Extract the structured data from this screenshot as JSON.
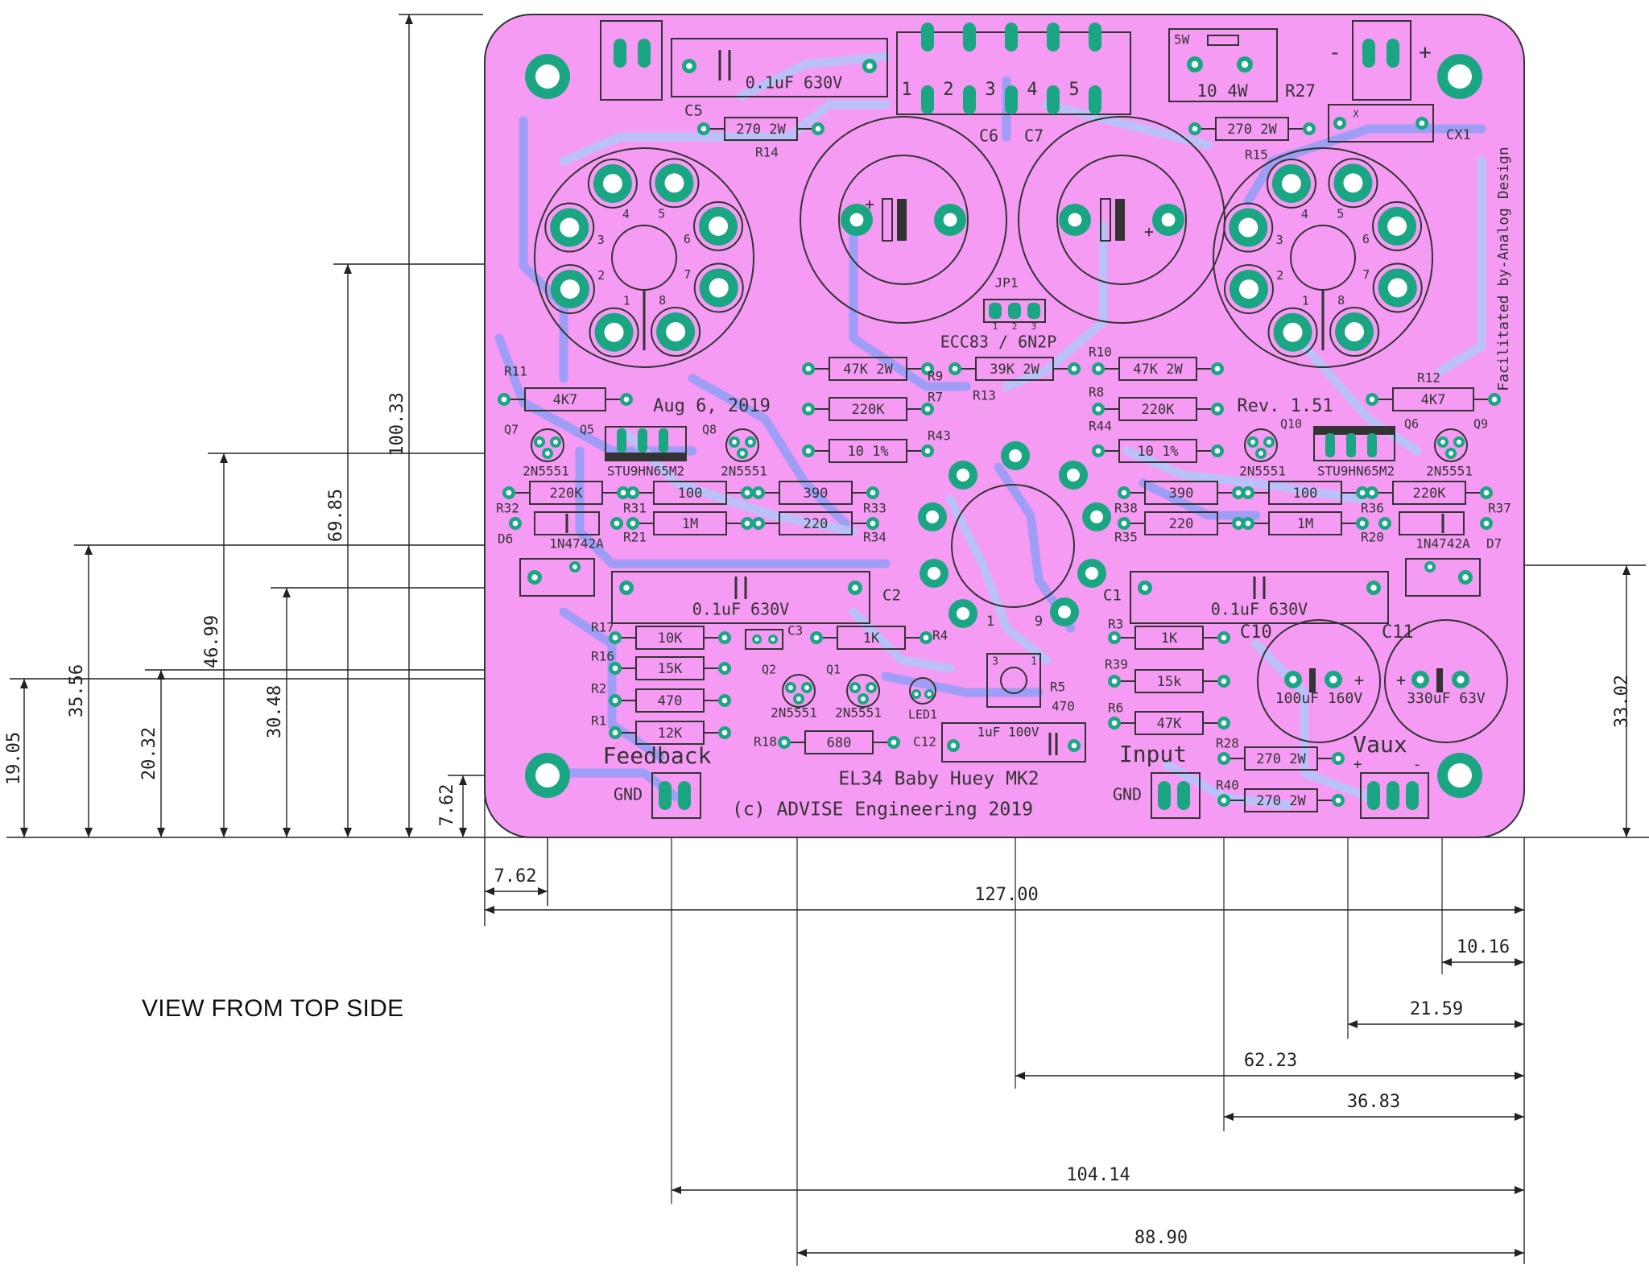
{
  "view_label": "VIEW FROM TOP SIDE",
  "colors": {
    "board": "#f59bf3",
    "board_edge": "#333333",
    "pad": "#1aa683",
    "trace_top": "#8f9df4",
    "trace_bottom": "#b0c8f8",
    "silk": "#333333",
    "dimension": "#222222"
  },
  "board_text": {
    "title": "EL34 Baby Huey MK2",
    "copyright": "(c) ADVISE Engineering 2019",
    "date": "Aug 6, 2019",
    "revision": "Rev. 1.51",
    "facilitated": "Facilitated by-Analog Design",
    "feedback": "Feedback",
    "input": "Input",
    "vaux": "Vaux",
    "gnd": "GND",
    "tube_center": "ECC83 / 6N2P",
    "jp1": "JP1",
    "plus": "+",
    "minus": "-"
  },
  "socket_pins": [
    "1",
    "2",
    "3",
    "4",
    "5",
    "6",
    "7",
    "8"
  ],
  "center_pins": [
    "1",
    "9"
  ],
  "connector_pins": [
    "1",
    "2",
    "3",
    "4",
    "5"
  ],
  "trimmer_pins": [
    "3",
    "1"
  ],
  "jp1_pins": [
    "1",
    "2",
    "3"
  ],
  "components": [
    {
      "ref": "C5",
      "value": "0.1uF 630V"
    },
    {
      "ref": "R14",
      "value": "270 2W"
    },
    {
      "ref": "C6",
      "value": ""
    },
    {
      "ref": "C7",
      "value": ""
    },
    {
      "ref": "R27",
      "value": "10 4W"
    },
    {
      "ref": "R27_rating",
      "value": "5W"
    },
    {
      "ref": "R15",
      "value": "270 2W"
    },
    {
      "ref": "CX1",
      "value": "X"
    },
    {
      "ref": "R9",
      "value": "47K 2W"
    },
    {
      "ref": "R13",
      "value": "39K 2W"
    },
    {
      "ref": "R10",
      "value": "47K 2W"
    },
    {
      "ref": "R7",
      "value": "220K"
    },
    {
      "ref": "R8",
      "value": "220K"
    },
    {
      "ref": "R43",
      "value": "10 1%"
    },
    {
      "ref": "R44",
      "value": "10 1%"
    },
    {
      "ref": "R11",
      "value": "4K7"
    },
    {
      "ref": "R12",
      "value": "4K7"
    },
    {
      "ref": "Q7",
      "value": "2N5551"
    },
    {
      "ref": "Q5",
      "value": "STU9HN65M2"
    },
    {
      "ref": "Q8",
      "value": "2N5551"
    },
    {
      "ref": "Q10",
      "value": "2N5551"
    },
    {
      "ref": "Q6",
      "value": "STU9HN65M2"
    },
    {
      "ref": "Q9",
      "value": "2N5551"
    },
    {
      "ref": "R32",
      "value": "220K"
    },
    {
      "ref": "R31",
      "value": "100"
    },
    {
      "ref": "R33",
      "value": "390"
    },
    {
      "ref": "R21",
      "value": "1M"
    },
    {
      "ref": "R34",
      "value": "220"
    },
    {
      "ref": "D6",
      "value": "1N4742A"
    },
    {
      "ref": "R38",
      "value": "390"
    },
    {
      "ref": "R35",
      "value": "220"
    },
    {
      "ref": "R36",
      "value": "100"
    },
    {
      "ref": "R20",
      "value": "1M"
    },
    {
      "ref": "R37",
      "value": "220K"
    },
    {
      "ref": "D7",
      "value": "1N4742A"
    },
    {
      "ref": "C2",
      "value": "0.1uF 630V"
    },
    {
      "ref": "C1",
      "value": "0.1uF 630V"
    },
    {
      "ref": "R17",
      "value": "10K"
    },
    {
      "ref": "R16",
      "value": "15K"
    },
    {
      "ref": "R2",
      "value": "470"
    },
    {
      "ref": "R1",
      "value": "12K"
    },
    {
      "ref": "C3",
      "value": ""
    },
    {
      "ref": "R4",
      "value": "1K"
    },
    {
      "ref": "Q2",
      "value": "2N5551"
    },
    {
      "ref": "Q1",
      "value": "2N5551"
    },
    {
      "ref": "LED1",
      "value": ""
    },
    {
      "ref": "R5",
      "value": "470"
    },
    {
      "ref": "R18",
      "value": "680"
    },
    {
      "ref": "C12",
      "value": "1uF 100V"
    },
    {
      "ref": "R3",
      "value": "1K"
    },
    {
      "ref": "R39",
      "value": "15k"
    },
    {
      "ref": "R6",
      "value": "47K"
    },
    {
      "ref": "C10",
      "value": "100uF 160V"
    },
    {
      "ref": "C11",
      "value": "330uF 63V"
    },
    {
      "ref": "R28",
      "value": "270 2W"
    },
    {
      "ref": "R40",
      "value": "270 2W"
    }
  ],
  "dimensions": {
    "vertical": [
      "100.33",
      "69.85",
      "46.99",
      "35.56",
      "30.48",
      "20.32",
      "19.05",
      "7.62",
      "33.02"
    ],
    "horizontal": [
      "7.62",
      "127.00",
      "10.16",
      "21.59",
      "62.23",
      "36.83",
      "104.14",
      "88.90"
    ]
  }
}
